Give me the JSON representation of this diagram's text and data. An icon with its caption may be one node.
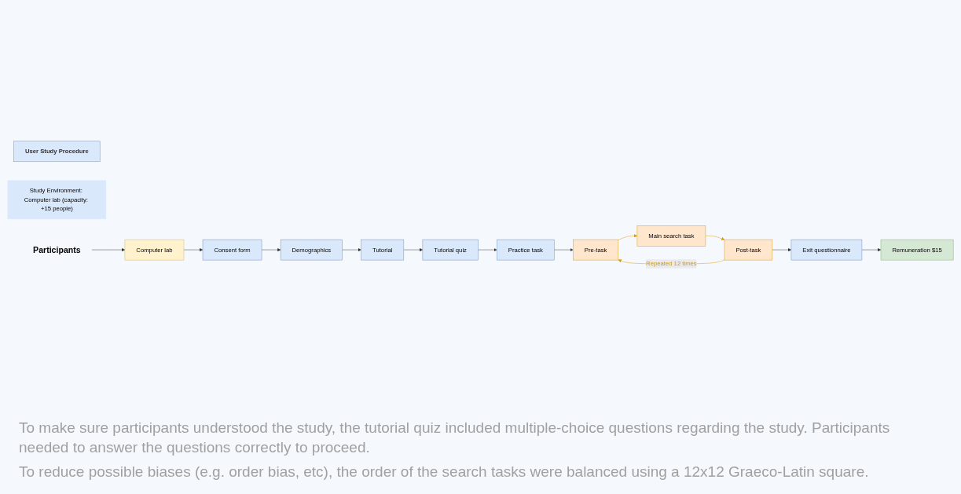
{
  "diagram": {
    "nodes": [
      {
        "text": [
          "User Study Procedure"
        ]
      },
      {
        "text": [
          "Study Environment: Computer lab (capacity: +15 people)"
        ]
      },
      {
        "text": [
          "Participants"
        ]
      },
      {
        "text": [
          "Computer lab"
        ]
      },
      {
        "text": [
          "Consent form"
        ]
      },
      {
        "text": [
          "Demographics"
        ]
      },
      {
        "text": [
          "Tutorial"
        ]
      },
      {
        "text": [
          "Tutorial quiz"
        ]
      },
      {
        "text": [
          "Practice task"
        ]
      },
      {
        "text": [
          "Pre-task"
        ]
      },
      {
        "text": [
          "Main search task"
        ]
      },
      {
        "text": [
          "Post-task"
        ]
      },
      {
        "text": [
          "Exit questionnaire"
        ]
      },
      {
        "text": [
          "Remuneration $15"
        ]
      }
    ],
    "edges": [
      {
        "from": 2,
        "to": 3,
        "arrow": "to"
      },
      {
        "from": 3,
        "to": 4,
        "arrow": "to"
      },
      {
        "from": 4,
        "to": 5,
        "arrow": "to"
      },
      {
        "from": 5,
        "to": 6,
        "arrow": "to"
      },
      {
        "from": 6,
        "to": 7,
        "arrow": "to"
      },
      {
        "from": 7,
        "to": 8,
        "arrow": "to"
      },
      {
        "from": 8,
        "to": 9,
        "arrow": "to"
      },
      {
        "from": 9,
        "to": 10,
        "arrow": "to",
        "color": "#d79b00"
      },
      {
        "from": 10,
        "to": 11,
        "arrow": "to",
        "color": "#d79b00"
      },
      {
        "from": 11,
        "to": 9,
        "arrow": "to",
        "label": "Repeated 12 times",
        "color": "#d79b00"
      },
      {
        "from": 11,
        "to": 12,
        "arrow": "to"
      },
      {
        "from": 12,
        "to": 13,
        "arrow": "to"
      }
    ],
    "labels": [
      "To make sure participants understood the study, the tutorial quiz included multiple-choice questions regarding the study. Participants needed to answer the questions correctly to proceed.",
      "To reduce possible biases (e.g. order bias, etc), the order of the search tasks were balanced using a 12x12 Graeco-Latin square."
    ]
  }
}
